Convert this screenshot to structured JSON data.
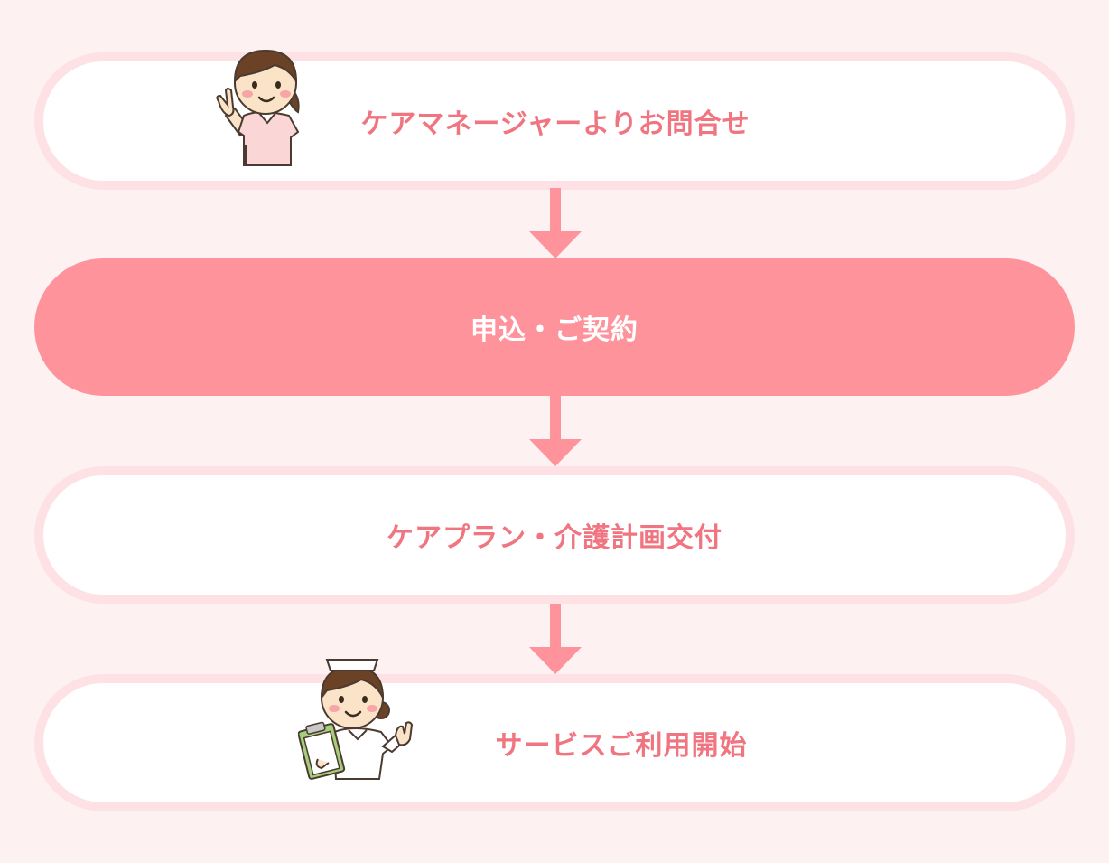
{
  "flow": {
    "steps": [
      {
        "label": "ケアマネージャーよりお問合せ",
        "style": "outline"
      },
      {
        "label": "申込・ご契約",
        "style": "filled"
      },
      {
        "label": "ケアプラン・介護計画交付",
        "style": "outline"
      },
      {
        "label": "サービスご利用開始",
        "style": "outline"
      }
    ]
  },
  "colors": {
    "background": "#fdf1f1",
    "box_border": "#fde1e4",
    "filled_box": "#ff939c",
    "text": "#f07580",
    "arrow": "#ff939c"
  },
  "illustrations": [
    "caregiver-waving",
    "nurse-with-clipboard"
  ]
}
